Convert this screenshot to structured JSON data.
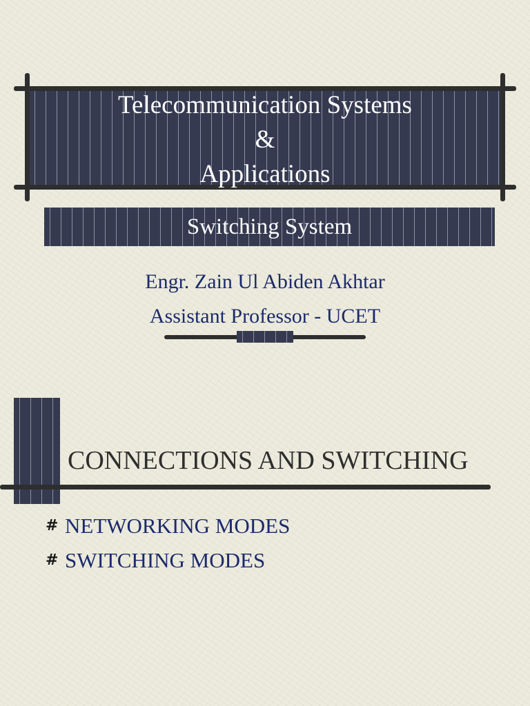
{
  "slide1": {
    "title_lines": [
      "Telecommunication Systems",
      "&",
      "Applications"
    ],
    "subtitle": "Switching System",
    "author_name": "Engr. Zain Ul Abiden Akhtar",
    "author_role": "Assistant Professor - UCET"
  },
  "slide2": {
    "heading": "CONNECTIONS AND SWITCHING",
    "bullets": [
      {
        "icon": "hash-bullet-icon",
        "symbol": "#",
        "label": "NETWORKING MODES"
      },
      {
        "icon": "hash-bullet-icon",
        "symbol": "#",
        "label": "SWITCHING MODES"
      }
    ]
  },
  "colors": {
    "background": "#ecebdd",
    "panel": "#353a50",
    "text_blue": "#1c2a6b",
    "text_dark": "#2e2e2e",
    "frame": "#2e2e2e"
  }
}
